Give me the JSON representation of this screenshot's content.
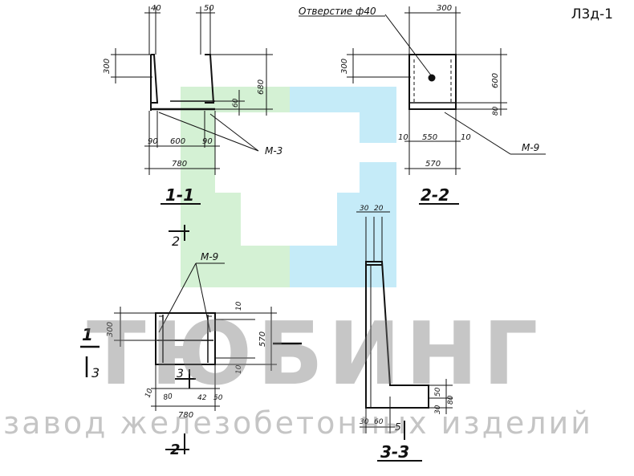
{
  "sheet_code": "Л3д-1",
  "watermark": {
    "brand": "ТЮБИНГ",
    "tagline": "завод железобетонных изделий",
    "logo": "tubing-logo"
  },
  "views": {
    "section_1_1": {
      "title": "1-1",
      "section_mark": "2",
      "dims": [
        "40",
        "50",
        "300",
        "680",
        "60",
        "90",
        "600",
        "90",
        "780"
      ],
      "callout": "М-3"
    },
    "section_2_2": {
      "title": "2-2",
      "hole_note": "Отверстие ф40",
      "dims": [
        "300",
        "300",
        "600",
        "80",
        "10",
        "550",
        "10",
        "570"
      ],
      "callout": "М-9"
    },
    "plan": {
      "callout": "М-9",
      "cut_marks": [
        "1",
        "3",
        "3",
        "2"
      ],
      "dims": [
        "300",
        "10",
        "570",
        "10",
        "10",
        "80",
        "42",
        "50",
        "780"
      ]
    },
    "section_3_3": {
      "title": "3-3",
      "dims": [
        "30",
        "20",
        "50",
        "30",
        "80",
        "30",
        "60",
        "5"
      ]
    }
  }
}
